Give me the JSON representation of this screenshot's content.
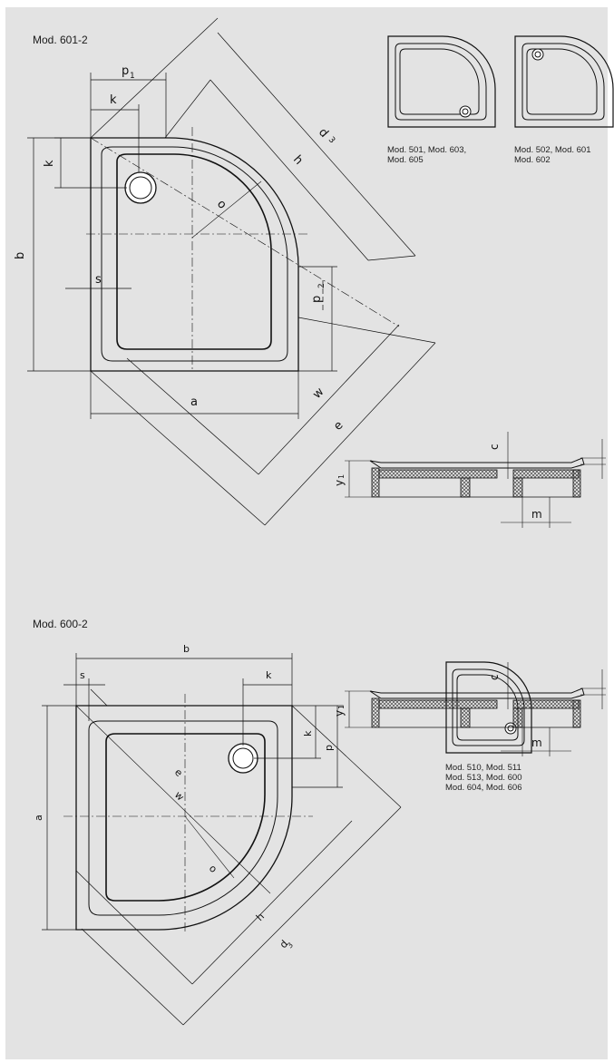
{
  "diagram1": {
    "title": "Mod. 601-2",
    "labels": {
      "p1": "p",
      "p1_sub": "1",
      "k_top": "k",
      "k_left": "k",
      "b": "b",
      "s": "s",
      "a": "a",
      "h": "h",
      "d3": "d",
      "d3_sub": "3",
      "o": "o",
      "p2": "p",
      "p2_sub": "2",
      "w": "w",
      "e": "e"
    },
    "thumbnails": [
      {
        "caption_line1": "Mod. 501, Mod. 603,",
        "caption_line2": "Mod. 605"
      },
      {
        "caption_line1": "Mod. 502, Mod. 601",
        "caption_line2": "Mod. 602"
      }
    ],
    "section": {
      "c": "c",
      "y1": "y",
      "y1_sub": "1",
      "m": "m"
    }
  },
  "diagram2": {
    "title": "Mod. 600-2",
    "labels": {
      "b": "b",
      "s": "s",
      "k_top": "k",
      "k_side": "k",
      "p": "p",
      "a": "a",
      "e": "e",
      "w": "w",
      "o": "o",
      "h": "h",
      "d3": "d",
      "d3_sub": "3"
    },
    "thumbnail": {
      "caption_line1": "Mod. 510, Mod. 511",
      "caption_line2": "Mod. 513, Mod. 600",
      "caption_line3": "Mod. 604, Mod. 606"
    },
    "section": {
      "c": "c",
      "y1": "y",
      "y1_sub": "1",
      "m": "m"
    }
  }
}
